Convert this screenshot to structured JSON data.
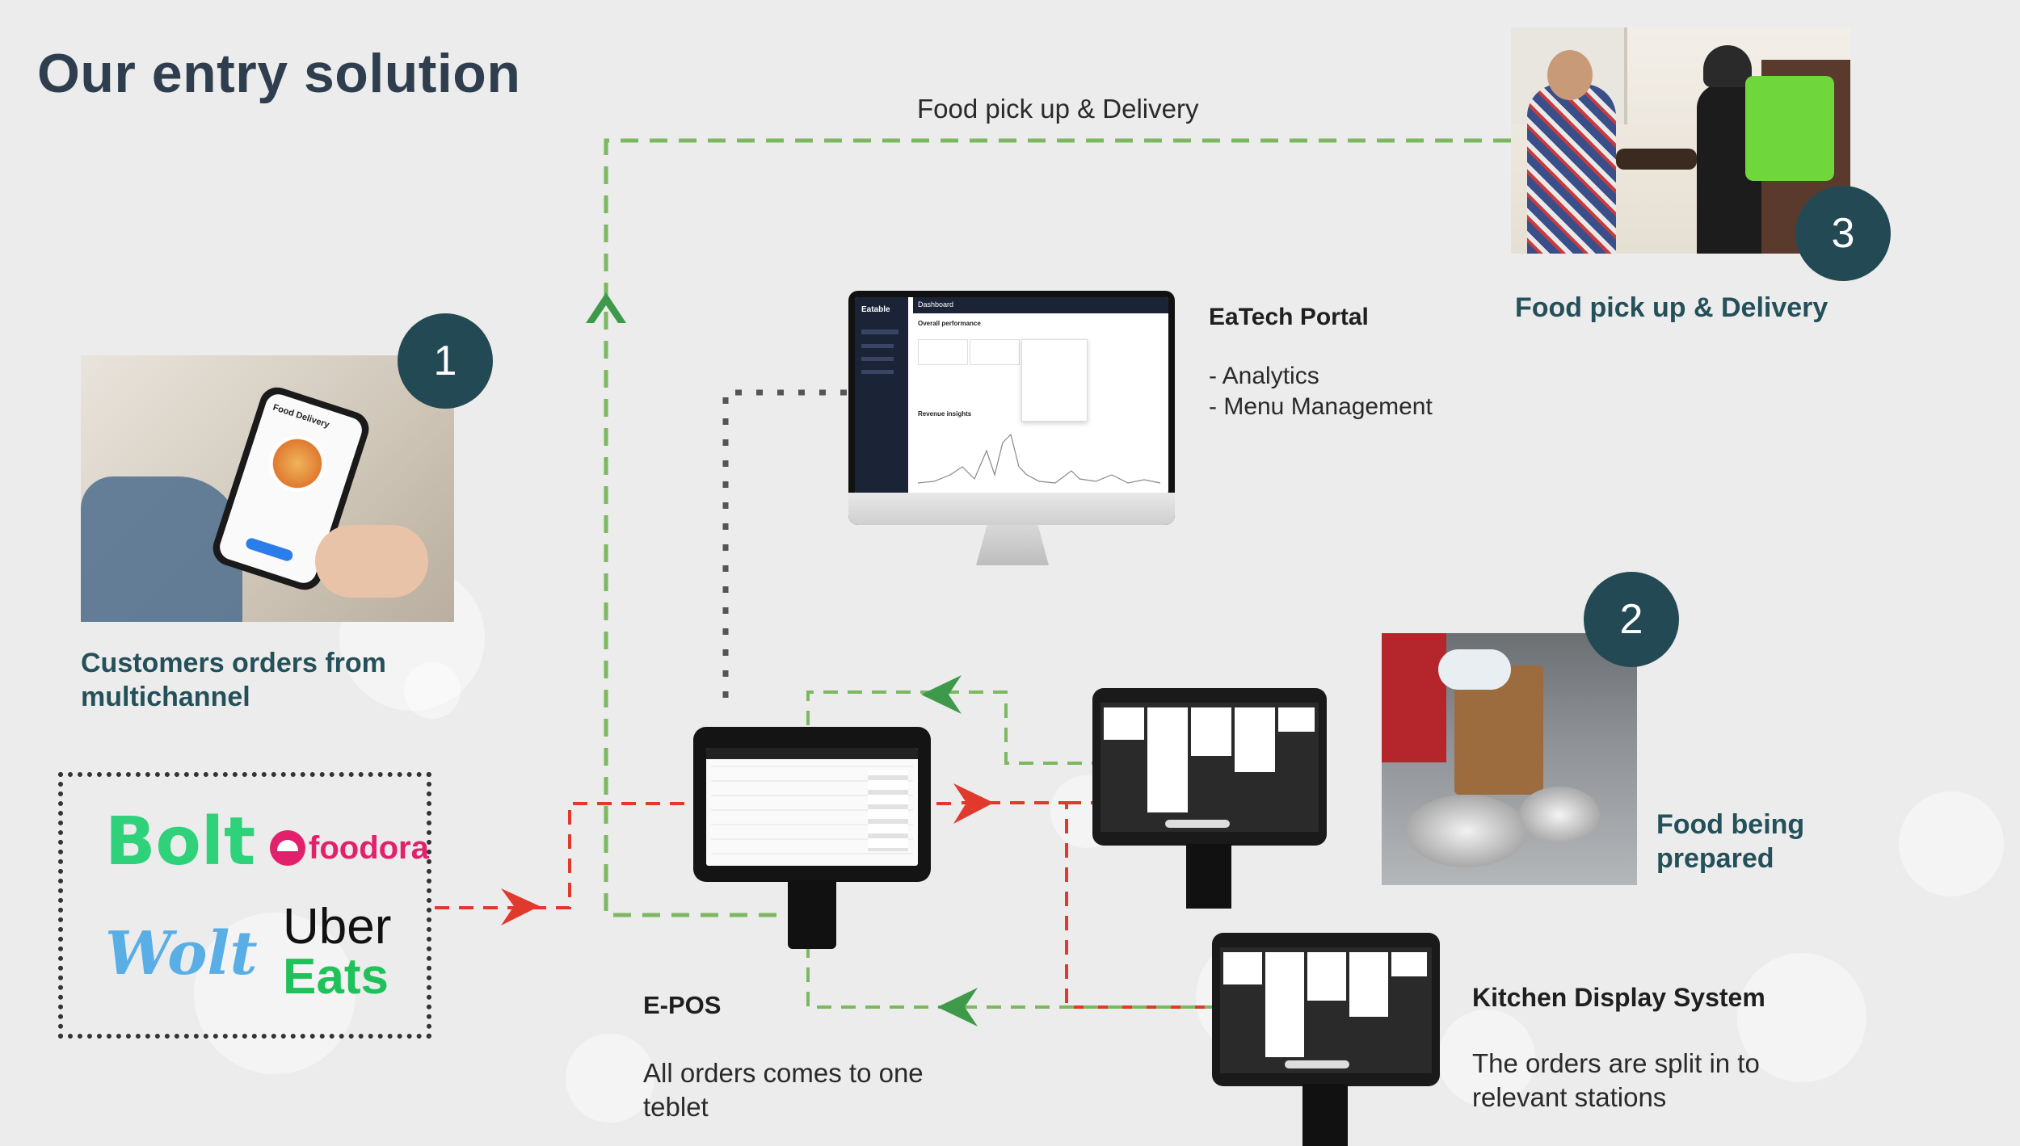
{
  "title": "Our entry solution",
  "top_flow_label": "Food pick up & Delivery",
  "steps": [
    {
      "number": "1",
      "label": "Customers orders from multichannel"
    },
    {
      "number": "2",
      "label": "Food being prepared"
    },
    {
      "number": "3",
      "label": "Food pick up & Delivery"
    }
  ],
  "portal": {
    "title": "EaTech Portal",
    "features": [
      "- Analytics",
      "- Menu Management"
    ],
    "screen_title": "Dashboard",
    "screen_brand": "Eatable",
    "screen_section": "Overall performance",
    "screen_chart_title": "Revenue insights"
  },
  "phone_screen_title": "Food Delivery",
  "epos": {
    "title": "E-POS",
    "description": "All orders comes to one teblet"
  },
  "kds": {
    "title": "Kitchen Display System",
    "description": "The orders are split in to relevant stations"
  },
  "platforms": [
    {
      "name": "Bolt",
      "color": "#2fd27a"
    },
    {
      "name": "foodora",
      "color": "#e2206b"
    },
    {
      "name": "Wolt",
      "color": "#5aaee6"
    },
    {
      "name": "Uber",
      "color": "#111111"
    },
    {
      "name": "Eats",
      "color": "#1ec15a"
    }
  ],
  "colors": {
    "accent_green": "#7cb860",
    "accent_red": "#e03a2c",
    "badge": "#234a54",
    "label": "#24505a"
  }
}
